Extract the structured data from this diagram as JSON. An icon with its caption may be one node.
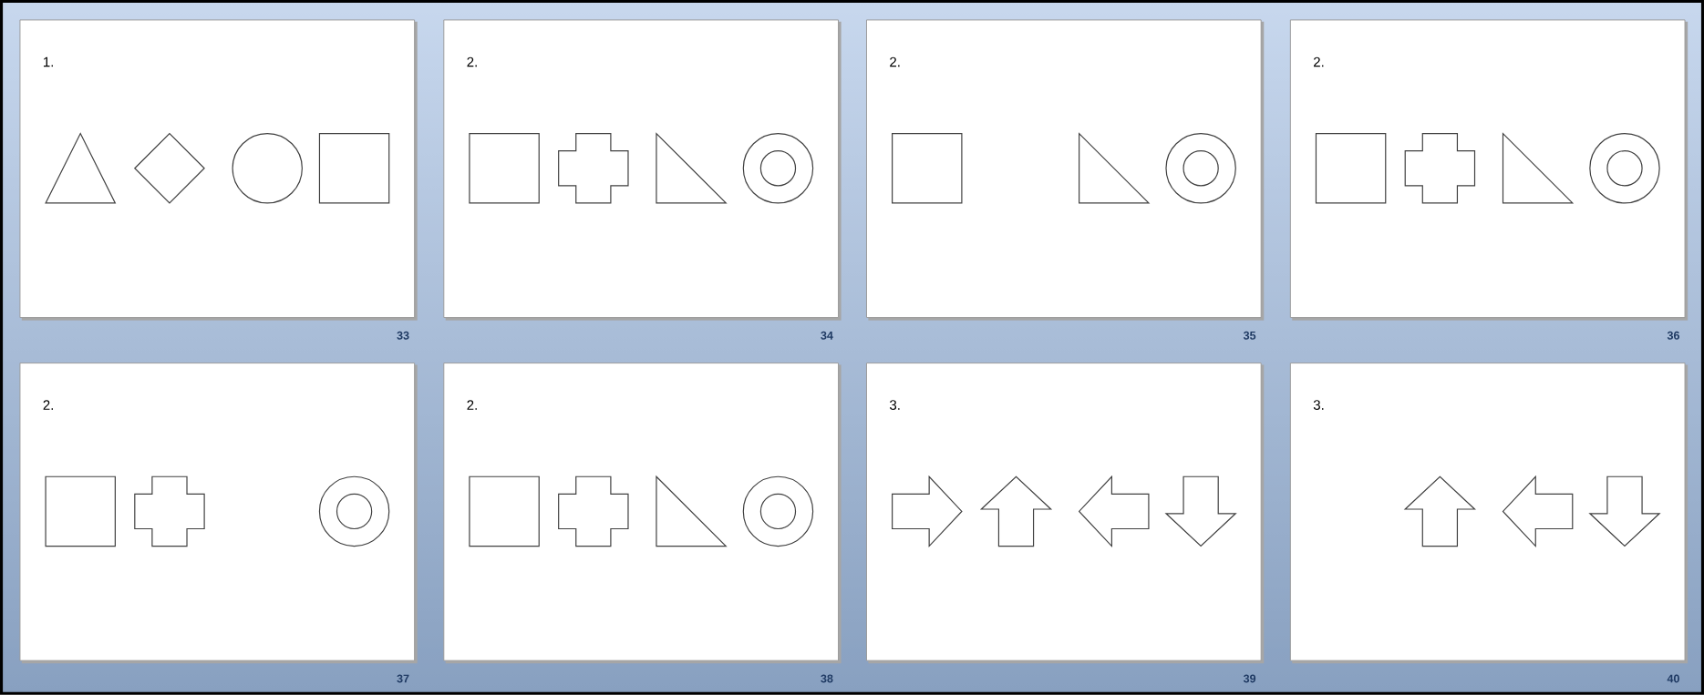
{
  "diagram": {
    "nodes": [
      {
        "text": [
          "1."
        ],
        "beside": [
          "33"
        ]
      },
      {
        "text": [],
        "shape": "triangle",
        "in": 0
      },
      {
        "text": [],
        "shape": "diamond",
        "in": 0
      },
      {
        "text": [],
        "shape": "circle",
        "in": 0
      },
      {
        "text": [],
        "shape": "square",
        "in": 0
      },
      {
        "text": [
          "2."
        ],
        "beside": [
          "34"
        ]
      },
      {
        "text": [],
        "shape": "square",
        "in": 5
      },
      {
        "text": [],
        "shape": "cross",
        "in": 5
      },
      {
        "text": [],
        "shape": "right-triangle",
        "in": 5
      },
      {
        "text": [],
        "shape": "ring",
        "in": 5
      },
      {
        "text": [
          "2."
        ],
        "beside": [
          "35"
        ]
      },
      {
        "text": [],
        "shape": "square",
        "in": 10
      },
      {
        "text": [],
        "shape": "right-triangle",
        "in": 10
      },
      {
        "text": [],
        "shape": "ring",
        "in": 10
      },
      {
        "text": [
          "2."
        ],
        "beside": [
          "36"
        ]
      },
      {
        "text": [],
        "shape": "square",
        "in": 14
      },
      {
        "text": [],
        "shape": "cross",
        "in": 14
      },
      {
        "text": [],
        "shape": "right-triangle",
        "in": 14
      },
      {
        "text": [],
        "shape": "ring",
        "in": 14
      },
      {
        "text": [
          "2."
        ],
        "beside": [
          "37"
        ]
      },
      {
        "text": [],
        "shape": "square",
        "in": 19
      },
      {
        "text": [],
        "shape": "cross",
        "in": 19
      },
      {
        "text": [],
        "shape": "ring",
        "in": 19
      },
      {
        "text": [
          "2."
        ],
        "beside": [
          "38"
        ]
      },
      {
        "text": [],
        "shape": "square",
        "in": 23
      },
      {
        "text": [],
        "shape": "cross",
        "in": 23
      },
      {
        "text": [],
        "shape": "right-triangle",
        "in": 23
      },
      {
        "text": [],
        "shape": "ring",
        "in": 23
      },
      {
        "text": [
          "3."
        ],
        "beside": [
          "39"
        ]
      },
      {
        "text": [],
        "shape": "right-arrow",
        "in": 28
      },
      {
        "text": [],
        "shape": "up-arrow",
        "in": 28
      },
      {
        "text": [],
        "shape": "left-arrow",
        "in": 28
      },
      {
        "text": [],
        "shape": "down-arrow",
        "in": 28
      },
      {
        "text": [
          "3."
        ],
        "beside": [
          "40"
        ]
      },
      {
        "text": [],
        "shape": "up-arrow",
        "in": 33
      },
      {
        "text": [],
        "shape": "left-arrow",
        "in": 33
      },
      {
        "text": [],
        "shape": "down-arrow",
        "in": 33
      }
    ]
  }
}
